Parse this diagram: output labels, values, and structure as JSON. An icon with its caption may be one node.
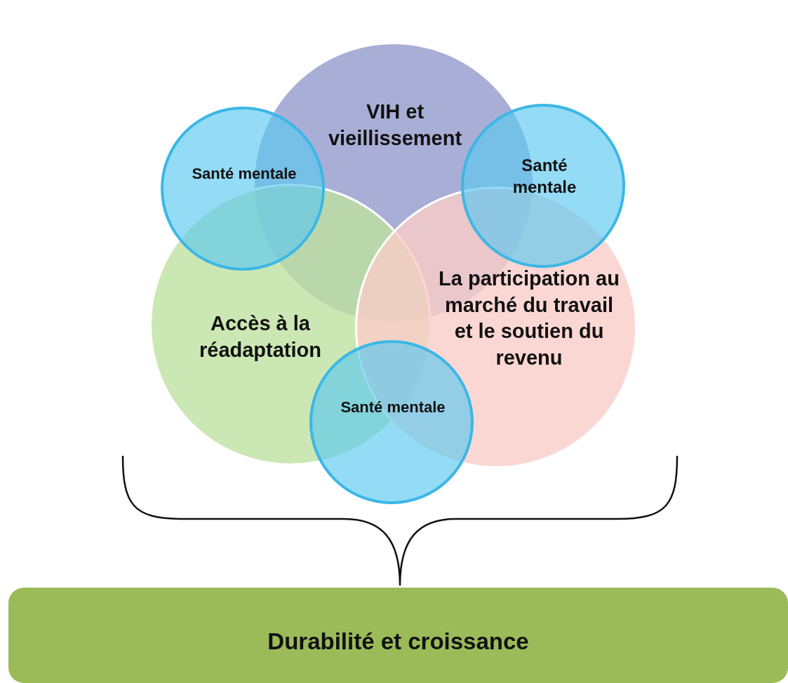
{
  "diagram": {
    "nodes": [
      {
        "text": [
          "VIH et vieillissement"
        ]
      },
      {
        "text": [
          "Accès à la réadaptation"
        ]
      },
      {
        "text": [
          "La participation au marché du travail et le soutien du revenu"
        ]
      },
      {
        "text": [
          "Santé mentale"
        ]
      },
      {
        "text": [
          "Santé mentale"
        ]
      },
      {
        "text": [
          "Santé mentale"
        ]
      },
      {
        "text": [
          "Durabilité et croissance"
        ]
      }
    ],
    "edges": []
  }
}
